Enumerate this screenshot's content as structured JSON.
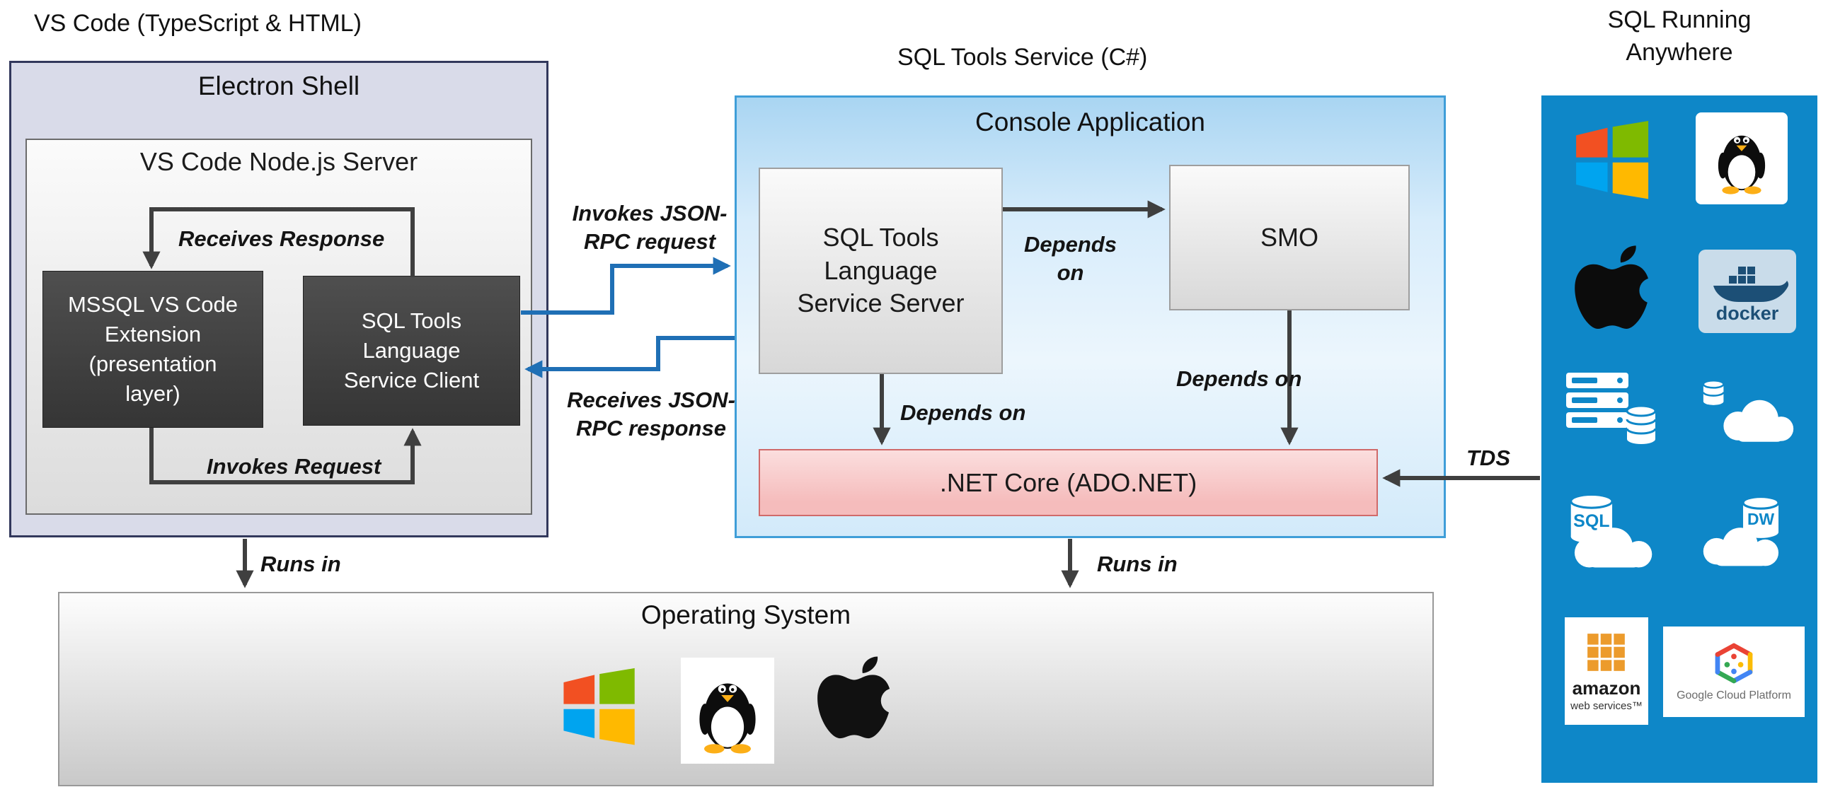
{
  "colors": {
    "panel_blue": "#0e87c8",
    "arrow_dark": "#3f3f3f",
    "arrow_blue": "#1f6fb5",
    "netcore_fill": "#f5bcbc",
    "netcore_border": "#d06a6a",
    "console_border": "#3f9ed8",
    "electron_fill": "#d9dbe9",
    "electron_border": "#32385c"
  },
  "titles": {
    "vscode": "VS Code (TypeScript & HTML)",
    "sql_tools_service": "SQL Tools Service (C#)",
    "sql_running_anywhere": "SQL Running\nAnywhere"
  },
  "electron": {
    "title": "Electron Shell",
    "node_server_title": "VS Code Node.js Server",
    "mssql_extension": "MSSQL VS Code\nExtension\n(presentation\nlayer)",
    "service_client": "SQL Tools\nLanguage\nService Client",
    "receives_response": "Receives Response",
    "invokes_request": "Invokes Request"
  },
  "rpc": {
    "invokes": "Invokes JSON-\nRPC request",
    "receives": "Receives JSON-\nRPC response"
  },
  "console": {
    "title": "Console Application",
    "service_server": "SQL Tools\nLanguage\nService Server",
    "smo": "SMO",
    "net_core": ".NET Core (ADO.NET)",
    "depends_on_smo": "Depends\non",
    "depends_on_server": "Depends on",
    "depends_on_smo_down": "Depends on"
  },
  "os": {
    "title": "Operating System"
  },
  "arrows": {
    "runs_in_left": "Runs in",
    "runs_in_right": "Runs in",
    "tds": "TDS"
  },
  "panel": {
    "docker_label": "docker",
    "sql_label": "SQL",
    "dw_label": "DW",
    "aws_line1": "amazon",
    "aws_line2": "web services™",
    "gcp_label": "Google Cloud Platform"
  }
}
